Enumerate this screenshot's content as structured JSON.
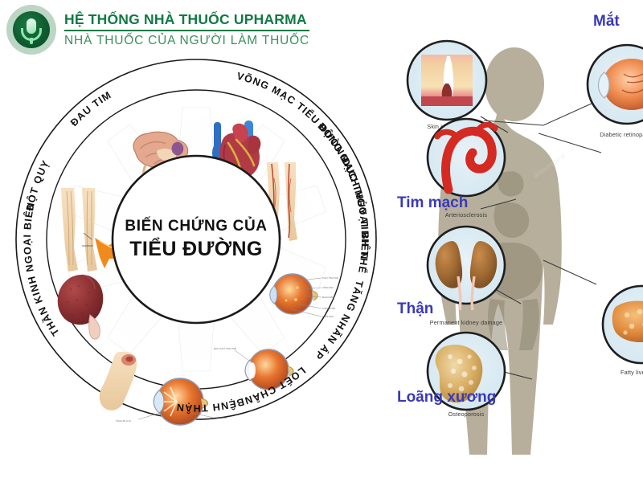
{
  "brand": {
    "logo_icon": "pharmacy-mortar-pill-icon",
    "title": "HỆ THỐNG NHÀ THUỐC UPHARMA",
    "subtitle": "NHÀ THUỐC CỦA NGƯỜI LÀM THUỐC",
    "title_color": "#0f7a43",
    "subtitle_color": "#3c8f5f"
  },
  "wheel": {
    "center_line1": "BIẾN CHỨNG CỦA",
    "center_line2": "TIỂU ĐƯỜNG",
    "segments": [
      {
        "label": "ĐAU TIM",
        "icon": "heart-icon",
        "angle": -66
      },
      {
        "label": "ĐỘNG MẠCH NGOẠI BIÊN",
        "icon": "legs-arteries-icon",
        "angle": -30
      },
      {
        "label": "VÕNG MẠC TIỂU ĐƯỜNG",
        "icon": "retina-eye-icon",
        "angle": 6
      },
      {
        "label": "ĐỤC THỦY TINH THỂ",
        "icon": "cataract-eye-icon",
        "angle": 42
      },
      {
        "label": "TĂNG NHÃN ÁP",
        "icon": "glaucoma-eye-icon",
        "angle": 78
      },
      {
        "label": "LOÉT CHÂN",
        "icon": "foot-ulcer-icon",
        "angle": 114
      },
      {
        "label": "BỆNH THẬN",
        "icon": "kidney-icon",
        "angle": 150
      },
      {
        "label": "THẦN KINH NGOẠI BIÊN",
        "icon": "nerve-legs-icon",
        "angle": 186
      },
      {
        "label": "ĐỘT QUỴ",
        "icon": "brain-icon",
        "angle": 222
      }
    ]
  },
  "body_infographic": {
    "silhouette_icon": "human-body-silhouette",
    "watermark": "dreamstime",
    "callouts": [
      {
        "vi": "",
        "en": "Skin infections",
        "icon": "skin-cross-section-icon"
      },
      {
        "vi": "Mắt",
        "en": "Diabetic retinopathy",
        "icon": "eye-retina-icon"
      },
      {
        "vi": "Tim mạch",
        "en": "Arteriosclerosis",
        "icon": "artery-icon"
      },
      {
        "vi": "Thận",
        "en": "Permanent kidney damage",
        "icon": "kidneys-icon"
      },
      {
        "vi": "Loãng xương",
        "en": "Osteoporosis",
        "icon": "bone-icon"
      },
      {
        "vi": "",
        "en": "Fatty liver",
        "icon": "liver-icon"
      }
    ],
    "vi_label_color": "#3a39b8",
    "en_label_color": "#3a3a3a"
  }
}
